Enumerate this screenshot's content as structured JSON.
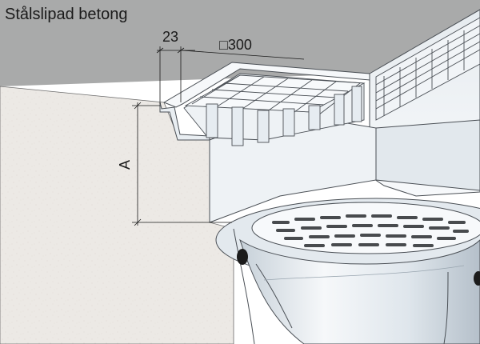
{
  "labels": {
    "surface": "Stålslipad betong",
    "flange_width": "23",
    "grating_size": "□300",
    "depth": "A"
  },
  "colors": {
    "concrete_top": "#a9aaaa",
    "concrete_section": "#ece9e5",
    "metal_light": "#f3f6f8",
    "metal_mid": "#dfe6ec",
    "metal_dark": "#b9c4cd",
    "outline": "#4a4f55",
    "gasket": "#1b1b1b"
  }
}
